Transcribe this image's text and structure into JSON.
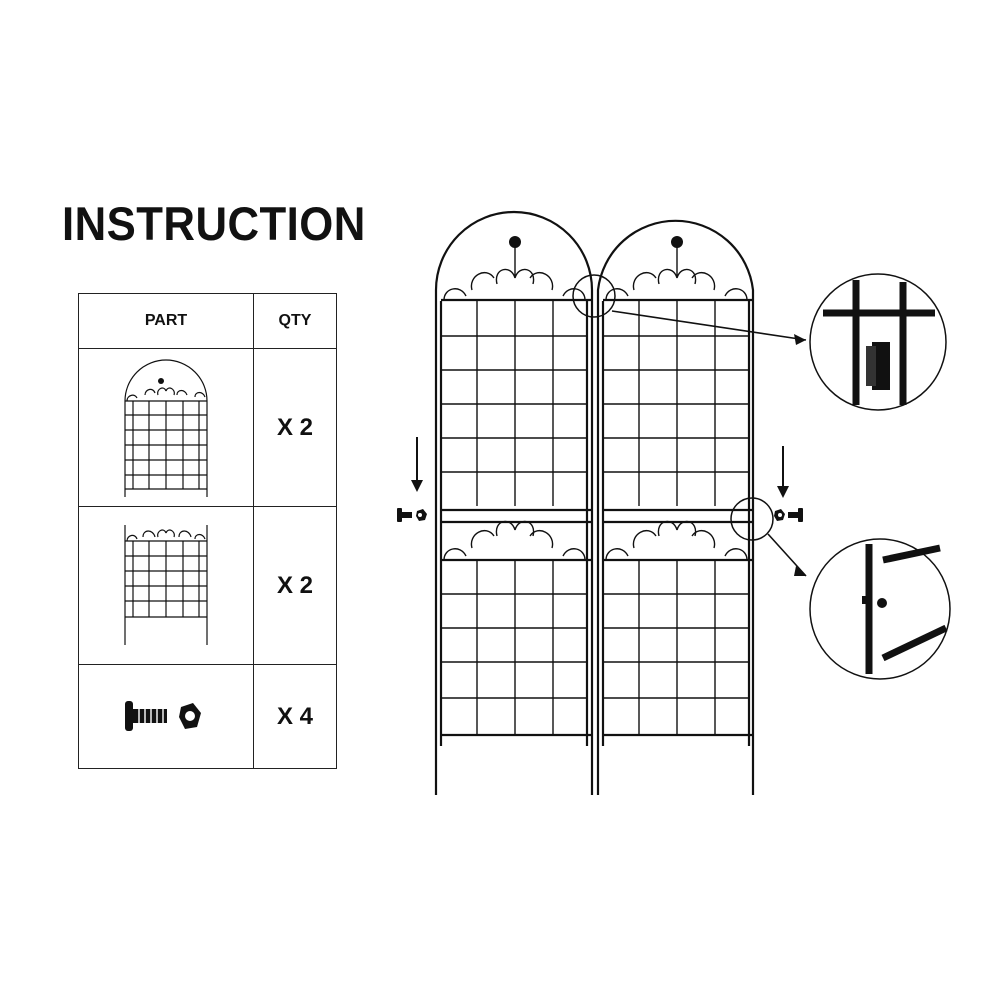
{
  "title": "INSTRUCTION",
  "table": {
    "headers": {
      "part": "PART",
      "qty": "QTY"
    },
    "rows": [
      {
        "part_icon": "arched-trellis-panel-icon",
        "qty": "X 2"
      },
      {
        "part_icon": "flat-trellis-panel-icon",
        "qty": "X 2"
      },
      {
        "part_icon": "bolt-and-nut-icon",
        "qty": "X 4"
      }
    ]
  },
  "diagram": {
    "panels": 2,
    "callouts": [
      "top-clip-connection-detail",
      "bolt-connection-detail"
    ],
    "hardware_icons": [
      "bolt-icon",
      "nut-icon"
    ]
  },
  "colors": {
    "ink": "#111111",
    "background": "#ffffff"
  }
}
